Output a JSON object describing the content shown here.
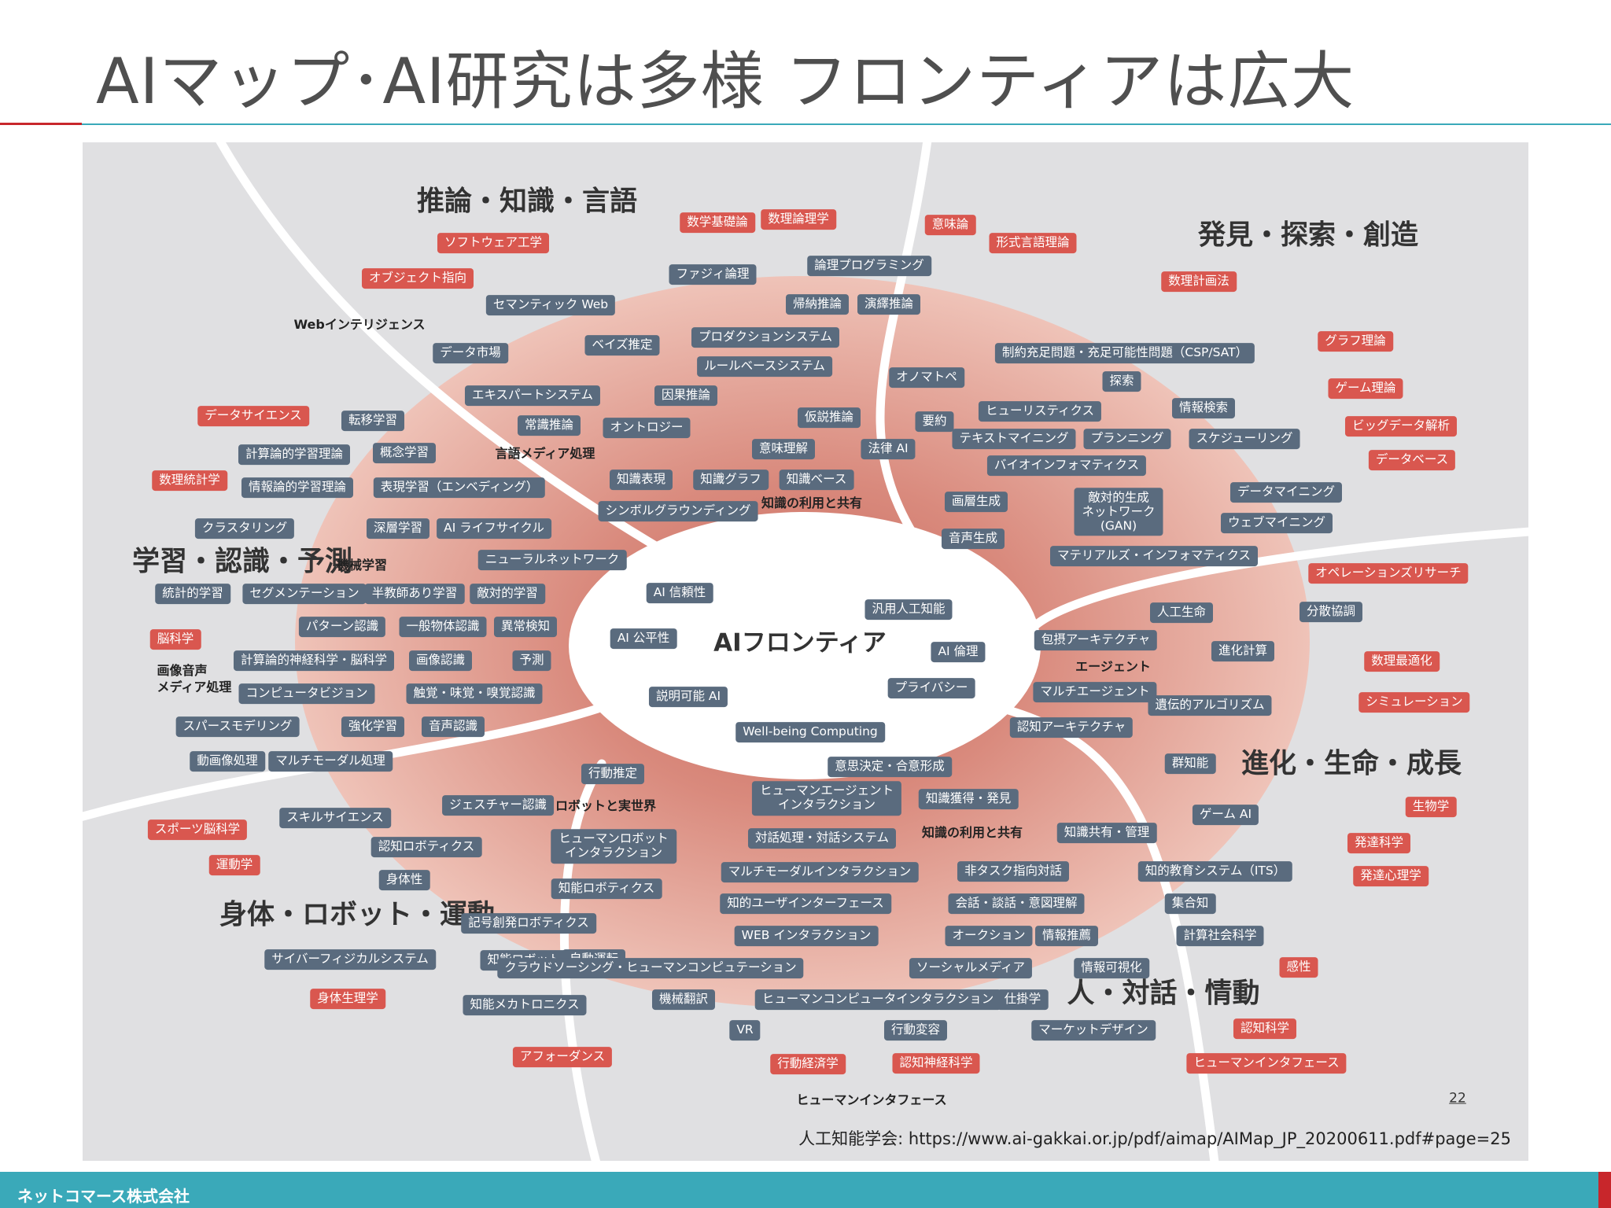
{
  "title": "AIマップ･AI研究は多様 フロンティアは広大",
  "center_label": "AIフロンティア",
  "domains": [
    {
      "text": "推論・知識・言語"
    },
    {
      "text": "発見・探索・創造"
    },
    {
      "text": "学習・認識・予測"
    },
    {
      "text": "進化・生命・成長"
    },
    {
      "text": "身体・ロボット・運動"
    },
    {
      "text": "人・対話・情動"
    }
  ],
  "subareas": [
    {
      "text": "Webインテリジェンス"
    },
    {
      "text": "言語メディア処理"
    },
    {
      "text": "知識の利用と共有"
    },
    {
      "text": "機械学習"
    },
    {
      "text": "画像音声\nメディア処理"
    },
    {
      "text": "エージェント"
    },
    {
      "text": "ロボットと実世界"
    },
    {
      "text": "知識の利用と共有"
    },
    {
      "text": "ヒューマンインタフェース"
    }
  ],
  "topics": [
    {
      "text": "数学基礎論",
      "tone": "red"
    },
    {
      "text": "数理論理学",
      "tone": "red"
    },
    {
      "text": "意味論",
      "tone": "red"
    },
    {
      "text": "形式言語理論",
      "tone": "red"
    },
    {
      "text": "ソフトウェア工学",
      "tone": "red"
    },
    {
      "text": "オブジェクト指向",
      "tone": "red"
    },
    {
      "text": "ファジィ論理",
      "tone": "dark"
    },
    {
      "text": "論理プログラミング",
      "tone": "dark"
    },
    {
      "text": "セマンティック Web",
      "tone": "dark"
    },
    {
      "text": "帰納推論",
      "tone": "dark"
    },
    {
      "text": "演繹推論",
      "tone": "dark"
    },
    {
      "text": "ベイズ推定",
      "tone": "dark"
    },
    {
      "text": "プロダクションシステム",
      "tone": "dark"
    },
    {
      "text": "データ市場",
      "tone": "dark"
    },
    {
      "text": "ルールベースシステム",
      "tone": "dark"
    },
    {
      "text": "オノマトペ",
      "tone": "dark"
    },
    {
      "text": "エキスパートシステム",
      "tone": "dark"
    },
    {
      "text": "因果推論",
      "tone": "dark"
    },
    {
      "text": "常識推論",
      "tone": "dark"
    },
    {
      "text": "オントロジー",
      "tone": "dark"
    },
    {
      "text": "仮説推論",
      "tone": "dark"
    },
    {
      "text": "要約",
      "tone": "dark"
    },
    {
      "text": "意味理解",
      "tone": "dark"
    },
    {
      "text": "法律 AI",
      "tone": "dark"
    },
    {
      "text": "知識表現",
      "tone": "dark"
    },
    {
      "text": "知識グラフ",
      "tone": "dark"
    },
    {
      "text": "知識ベース",
      "tone": "dark"
    },
    {
      "text": "シンボルグラウンディング",
      "tone": "dark"
    },
    {
      "text": "数理計画法",
      "tone": "red"
    },
    {
      "text": "グラフ理論",
      "tone": "red"
    },
    {
      "text": "ゲーム理論",
      "tone": "red"
    },
    {
      "text": "ビッグデータ解析",
      "tone": "red"
    },
    {
      "text": "データベース",
      "tone": "red"
    },
    {
      "text": "制約充足問題・充足可能性問題（CSP/SAT）",
      "tone": "dark"
    },
    {
      "text": "探索",
      "tone": "dark"
    },
    {
      "text": "ヒューリスティクス",
      "tone": "dark"
    },
    {
      "text": "情報検索",
      "tone": "dark"
    },
    {
      "text": "テキストマイニング",
      "tone": "dark"
    },
    {
      "text": "プランニング",
      "tone": "dark"
    },
    {
      "text": "スケジューリング",
      "tone": "dark"
    },
    {
      "text": "バイオインフォマティクス",
      "tone": "dark"
    },
    {
      "text": "画層生成",
      "tone": "dark"
    },
    {
      "text": "敵対的生成\nネットワーク\n(GAN)",
      "tone": "dark"
    },
    {
      "text": "データマイニング",
      "tone": "dark"
    },
    {
      "text": "ウェブマイニング",
      "tone": "dark"
    },
    {
      "text": "音声生成",
      "tone": "dark"
    },
    {
      "text": "マテリアルズ・インフォマティクス",
      "tone": "dark"
    },
    {
      "text": "データサイエンス",
      "tone": "red"
    },
    {
      "text": "数理統計学",
      "tone": "red"
    },
    {
      "text": "脳科学",
      "tone": "red"
    },
    {
      "text": "転移学習",
      "tone": "dark"
    },
    {
      "text": "計算論的学習理論",
      "tone": "dark"
    },
    {
      "text": "概念学習",
      "tone": "dark"
    },
    {
      "text": "情報論的学習理論",
      "tone": "dark"
    },
    {
      "text": "表現学習（エンベディング）",
      "tone": "dark"
    },
    {
      "text": "クラスタリング",
      "tone": "dark"
    },
    {
      "text": "深層学習",
      "tone": "dark"
    },
    {
      "text": "AI ライフサイクル",
      "tone": "dark"
    },
    {
      "text": "ニューラルネットワーク",
      "tone": "dark"
    },
    {
      "text": "統計的学習",
      "tone": "dark"
    },
    {
      "text": "セグメンテーション",
      "tone": "dark"
    },
    {
      "text": "半教師あり学習",
      "tone": "dark"
    },
    {
      "text": "敵対的学習",
      "tone": "dark"
    },
    {
      "text": "パターン認識",
      "tone": "dark"
    },
    {
      "text": "一般物体認識",
      "tone": "dark"
    },
    {
      "text": "異常検知",
      "tone": "dark"
    },
    {
      "text": "計算論的神経科学・脳科学",
      "tone": "dark"
    },
    {
      "text": "画像認識",
      "tone": "dark"
    },
    {
      "text": "予測",
      "tone": "dark"
    },
    {
      "text": "コンピュータビジョン",
      "tone": "dark"
    },
    {
      "text": "触覚・味覚・嗅覚認識",
      "tone": "dark"
    },
    {
      "text": "スパースモデリング",
      "tone": "dark"
    },
    {
      "text": "強化学習",
      "tone": "dark"
    },
    {
      "text": "音声認識",
      "tone": "dark"
    },
    {
      "text": "動画像処理",
      "tone": "dark"
    },
    {
      "text": "マルチモーダル処理",
      "tone": "dark"
    },
    {
      "text": "AI 信頼性",
      "tone": "dark"
    },
    {
      "text": "汎用人工知能",
      "tone": "dark"
    },
    {
      "text": "AI 公平性",
      "tone": "dark"
    },
    {
      "text": "AI 倫理",
      "tone": "dark"
    },
    {
      "text": "プライバシー",
      "tone": "dark"
    },
    {
      "text": "説明可能 AI",
      "tone": "dark"
    },
    {
      "text": "Well-being Computing",
      "tone": "dark"
    },
    {
      "text": "オペレーションズリサーチ",
      "tone": "red"
    },
    {
      "text": "分散協調",
      "tone": "dark"
    },
    {
      "text": "人工生命",
      "tone": "dark"
    },
    {
      "text": "包摂アーキテクチャ",
      "tone": "dark"
    },
    {
      "text": "進化計算",
      "tone": "dark"
    },
    {
      "text": "数理最適化",
      "tone": "red"
    },
    {
      "text": "マルチエージェント",
      "tone": "dark"
    },
    {
      "text": "遺伝的アルゴリズム",
      "tone": "dark"
    },
    {
      "text": "シミュレーション",
      "tone": "red"
    },
    {
      "text": "認知アーキテクチャ",
      "tone": "dark"
    },
    {
      "text": "群知能",
      "tone": "dark"
    },
    {
      "text": "ゲーム AI",
      "tone": "dark"
    },
    {
      "text": "生物学",
      "tone": "red"
    },
    {
      "text": "発達科学",
      "tone": "red"
    },
    {
      "text": "発達心理学",
      "tone": "red"
    },
    {
      "text": "行動推定",
      "tone": "dark"
    },
    {
      "text": "ジェスチャー認識",
      "tone": "dark"
    },
    {
      "text": "スキルサイエンス",
      "tone": "dark"
    },
    {
      "text": "スポーツ脳科学",
      "tone": "red"
    },
    {
      "text": "ヒューマンロボット\nインタラクション",
      "tone": "dark"
    },
    {
      "text": "認知ロボティクス",
      "tone": "dark"
    },
    {
      "text": "運動学",
      "tone": "red"
    },
    {
      "text": "身体性",
      "tone": "dark"
    },
    {
      "text": "知能ロボティクス",
      "tone": "dark"
    },
    {
      "text": "記号創発ロボティクス",
      "tone": "dark"
    },
    {
      "text": "サイバーフィジカルシステム",
      "tone": "dark"
    },
    {
      "text": "知能ロボット",
      "tone": "dark"
    },
    {
      "text": "自動運転",
      "tone": "dark"
    },
    {
      "text": "身体生理学",
      "tone": "red"
    },
    {
      "text": "知能メカトロニクス",
      "tone": "dark"
    },
    {
      "text": "アフォーダンス",
      "tone": "red"
    },
    {
      "text": "意思決定・合意形成",
      "tone": "dark"
    },
    {
      "text": "ヒューマンエージェント\nインタラクション",
      "tone": "dark"
    },
    {
      "text": "知識獲得・発見",
      "tone": "dark"
    },
    {
      "text": "対話処理・対話システム",
      "tone": "dark"
    },
    {
      "text": "知識共有・管理",
      "tone": "dark"
    },
    {
      "text": "マルチモーダルインタラクション",
      "tone": "dark"
    },
    {
      "text": "非タスク指向対話",
      "tone": "dark"
    },
    {
      "text": "知的教育システム（ITS）",
      "tone": "dark"
    },
    {
      "text": "知的ユーザインターフェース",
      "tone": "dark"
    },
    {
      "text": "会話・談話・意図理解",
      "tone": "dark"
    },
    {
      "text": "集合知",
      "tone": "dark"
    },
    {
      "text": "WEB インタラクション",
      "tone": "dark"
    },
    {
      "text": "オークション",
      "tone": "dark"
    },
    {
      "text": "情報推薦",
      "tone": "dark"
    },
    {
      "text": "計算社会科学",
      "tone": "dark"
    },
    {
      "text": "クラウドソーシング・ヒューマンコンピュテーション",
      "tone": "dark"
    },
    {
      "text": "ソーシャルメディア",
      "tone": "dark"
    },
    {
      "text": "情報可視化",
      "tone": "dark"
    },
    {
      "text": "感性",
      "tone": "red"
    },
    {
      "text": "機械翻訳",
      "tone": "dark"
    },
    {
      "text": "ヒューマンコンピュータインタラクション",
      "tone": "dark"
    },
    {
      "text": "仕掛学",
      "tone": "dark"
    },
    {
      "text": "VR",
      "tone": "dark"
    },
    {
      "text": "行動変容",
      "tone": "dark"
    },
    {
      "text": "マーケットデザイン",
      "tone": "dark"
    },
    {
      "text": "認知科学",
      "tone": "red"
    },
    {
      "text": "ヒューマンインタフェース",
      "tone": "red"
    },
    {
      "text": "行動経済学",
      "tone": "red"
    },
    {
      "text": "認知神経科学",
      "tone": "red"
    }
  ],
  "page_number": "22",
  "source": "人工知能学会: https://www.ai-gakkai.or.jp/pdf/aimap/AIMap_JP_20200611.pdf#page=25",
  "company": "ネットコマース株式会社",
  "colors": {
    "accent_red": "#c8262b",
    "accent_teal": "#3aa9b9",
    "pill_dark": "#5a6b7e",
    "pill_red": "#d9574f",
    "ellipse": "#e7a79a"
  }
}
